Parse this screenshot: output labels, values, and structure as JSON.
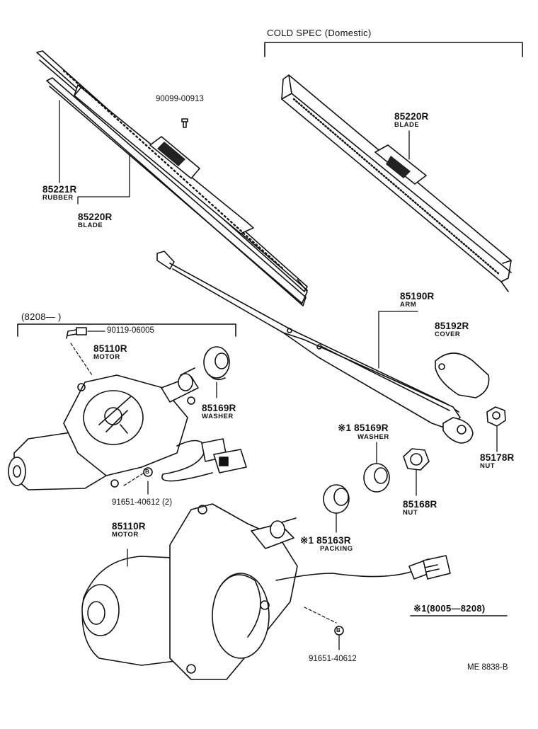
{
  "header": {
    "cold_spec": "COLD SPEC (Domestic)"
  },
  "variant_ranges": {
    "from_8208": "(8208—      )",
    "asterisk_range": "※1(8005—8208)"
  },
  "parts": {
    "screw_90099": {
      "number": "90099-00913"
    },
    "rubber_85221": {
      "number": "85221R",
      "name": "RUBBER"
    },
    "blade_85220_left": {
      "number": "85220R",
      "name": "BLADE"
    },
    "blade_85220_cold": {
      "number": "85220R",
      "name": "BLADE"
    },
    "arm_85190": {
      "number": "85190R",
      "name": "ARM"
    },
    "cover_85192": {
      "number": "85192R",
      "name": "COVER"
    },
    "bolt_90119": {
      "number": "90119-06005"
    },
    "motor_85110_top": {
      "number": "85110R",
      "name": "MOTOR"
    },
    "washer_85169_top": {
      "number": "85169R",
      "name": "WASHER"
    },
    "washer_85169_asterisk": {
      "number": "※1 85169R",
      "name": "WASHER"
    },
    "nut_85178": {
      "number": "85178R",
      "name": "NUT"
    },
    "nut_85168": {
      "number": "85168R",
      "name": "NUT"
    },
    "bolt_91651_x2": {
      "number": "91651-40612 (2)",
      "marker": "B"
    },
    "motor_85110_bottom": {
      "number": "85110R",
      "name": "MOTOR"
    },
    "packing_85163": {
      "number": "※1 85163R",
      "name": "PACKING"
    },
    "bolt_91651_single": {
      "number": "91651-40612",
      "marker": "B"
    }
  },
  "footer": {
    "diagram_code": "ME  8838-B"
  }
}
